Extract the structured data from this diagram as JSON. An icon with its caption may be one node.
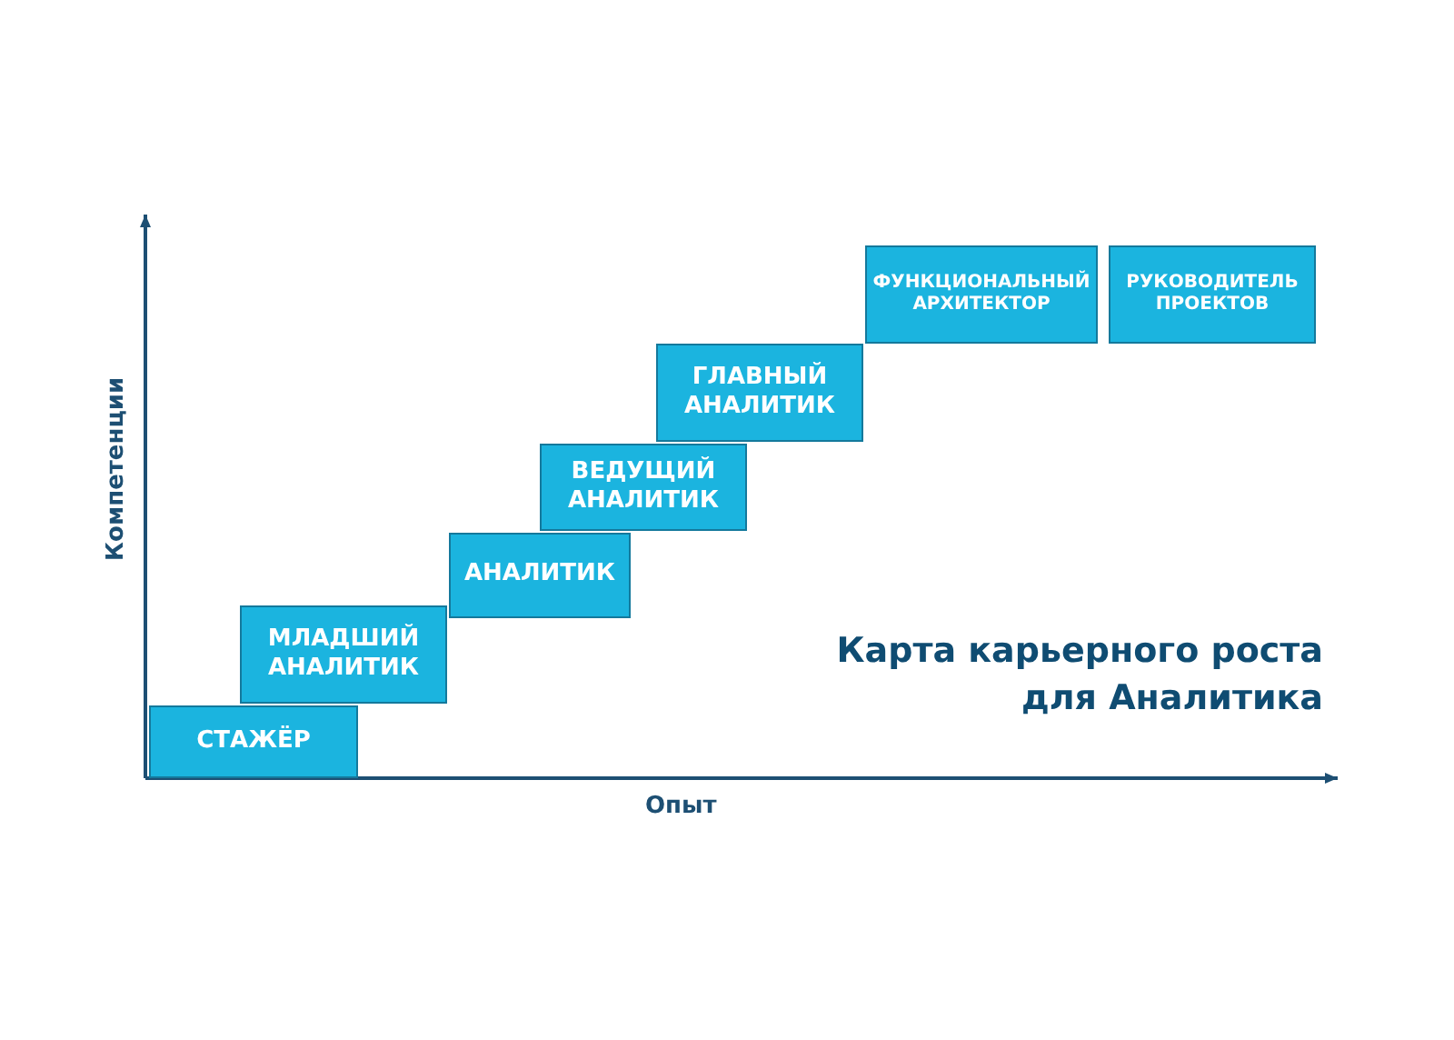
{
  "diagram": {
    "title": "Карта карьерного роста для Аналитика",
    "nodes": [
      {
        "text": [
          "СТАЖЁР"
        ]
      },
      {
        "text": [
          "МЛАДШИЙ АНАЛИТИК"
        ]
      },
      {
        "text": [
          "АНАЛИТИК"
        ]
      },
      {
        "text": [
          "ВЕДУЩИЙ АНАЛИТИК"
        ]
      },
      {
        "text": [
          "ГЛАВНЫЙ АНАЛИТИК"
        ]
      },
      {
        "text": [
          "ФУНКЦИОНАЛЬНЫЙ АРХИТЕКТОР"
        ]
      },
      {
        "text": [
          "РУКОВОДИТЕЛЬ ПРОЕКТОВ"
        ]
      }
    ],
    "edges": [],
    "labels": [
      "Компетенции",
      "Опыт"
    ]
  }
}
